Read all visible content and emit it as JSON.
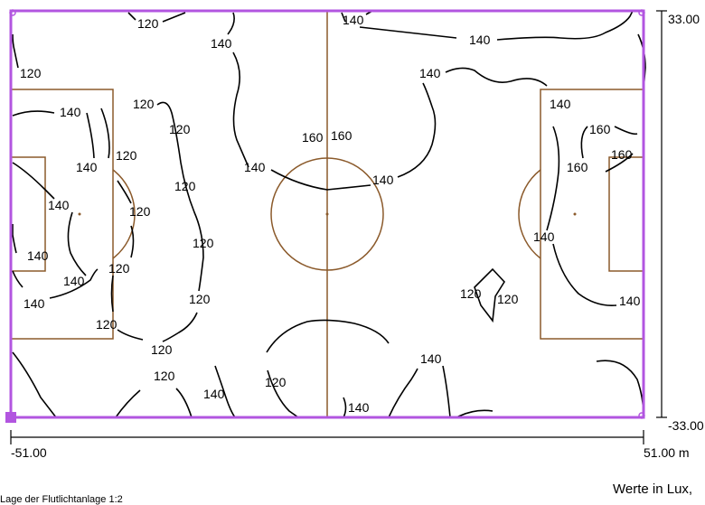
{
  "dimensions": {
    "x_min_label": "-51.00",
    "x_max_label": "51.00 m",
    "y_max_label": "33.00",
    "y_min_label": "-33.00"
  },
  "units_note": "Werte in Lux,",
  "footer_note": "Lage der Flutlichtanlage 1:2",
  "colors": {
    "field_border": "#b255e0",
    "field_markings": "#8b5a2b",
    "contours": "#000000"
  },
  "contour_labels": [
    "120",
    "140",
    "140",
    "140",
    "120",
    "140",
    "120",
    "120",
    "140",
    "140",
    "140",
    "160",
    "160",
    "140",
    "140",
    "140",
    "160",
    "160",
    "160",
    "140",
    "140",
    "120",
    "120",
    "120",
    "120",
    "120",
    "140",
    "140",
    "120",
    "140",
    "120",
    "120",
    "140",
    "120",
    "140",
    "120",
    "120",
    "120",
    "140"
  ]
}
